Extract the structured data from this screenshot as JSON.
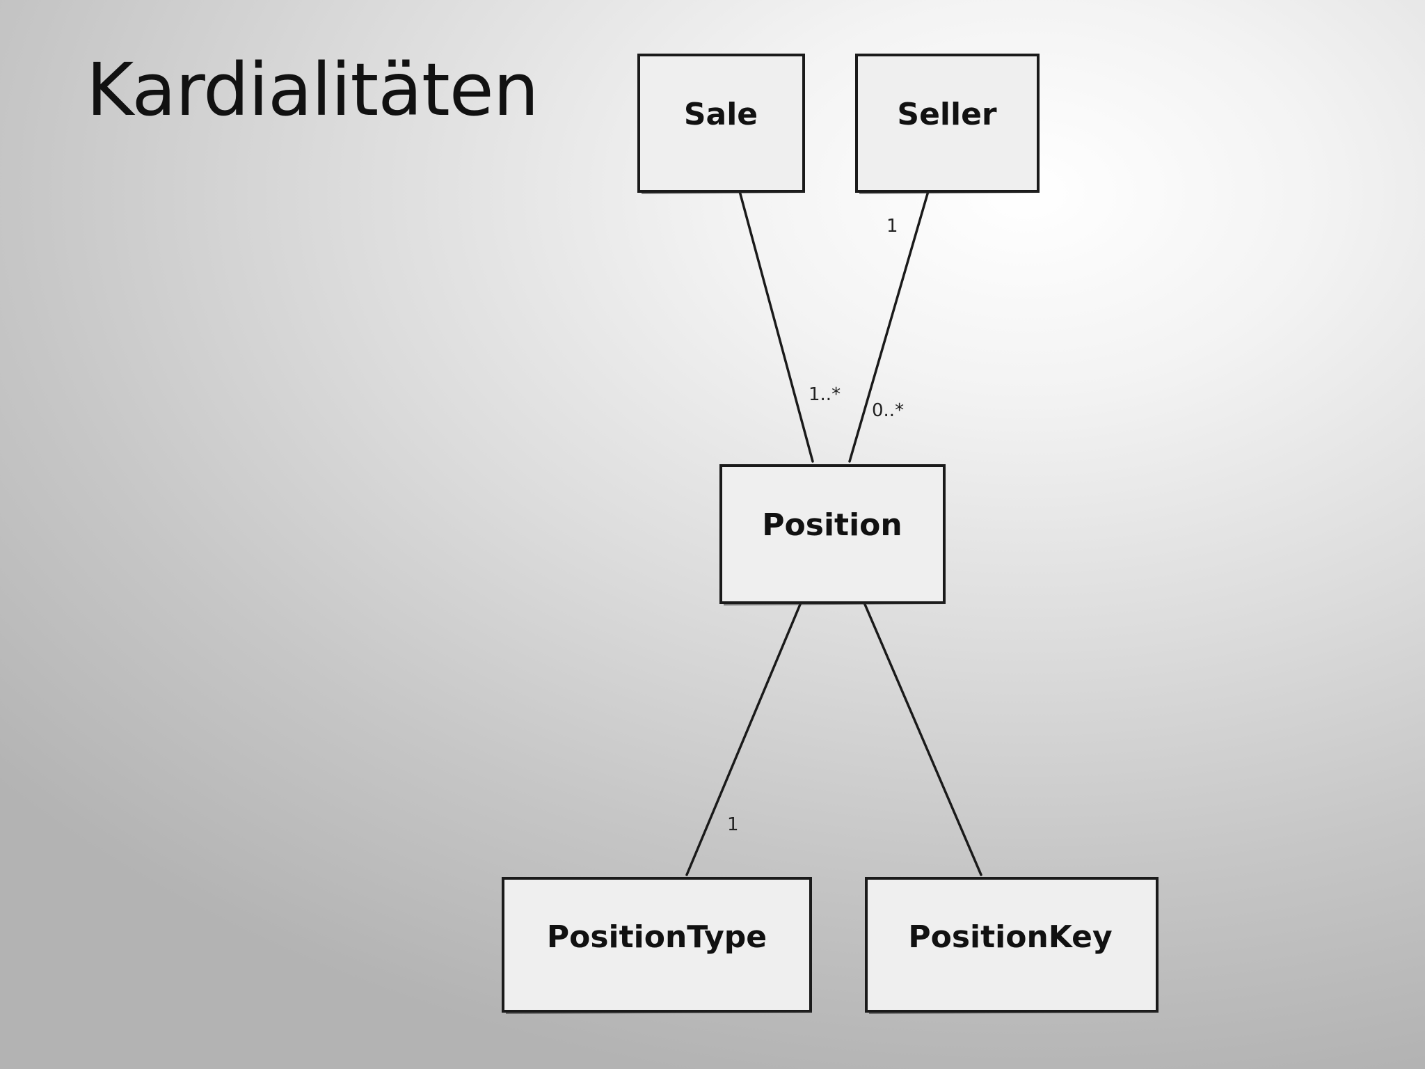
{
  "slide": {
    "title": "Kardialitäten"
  },
  "diagram": {
    "boxes": {
      "sale": "Sale",
      "seller": "Seller",
      "position": "Position",
      "position_type": "PositionType",
      "position_key": "PositionKey"
    },
    "multiplicities": {
      "sale_position_at_position": "1..*",
      "seller_position_at_seller": "1",
      "seller_position_at_position": "0..*",
      "position_positiontype_at_type": "1"
    }
  }
}
